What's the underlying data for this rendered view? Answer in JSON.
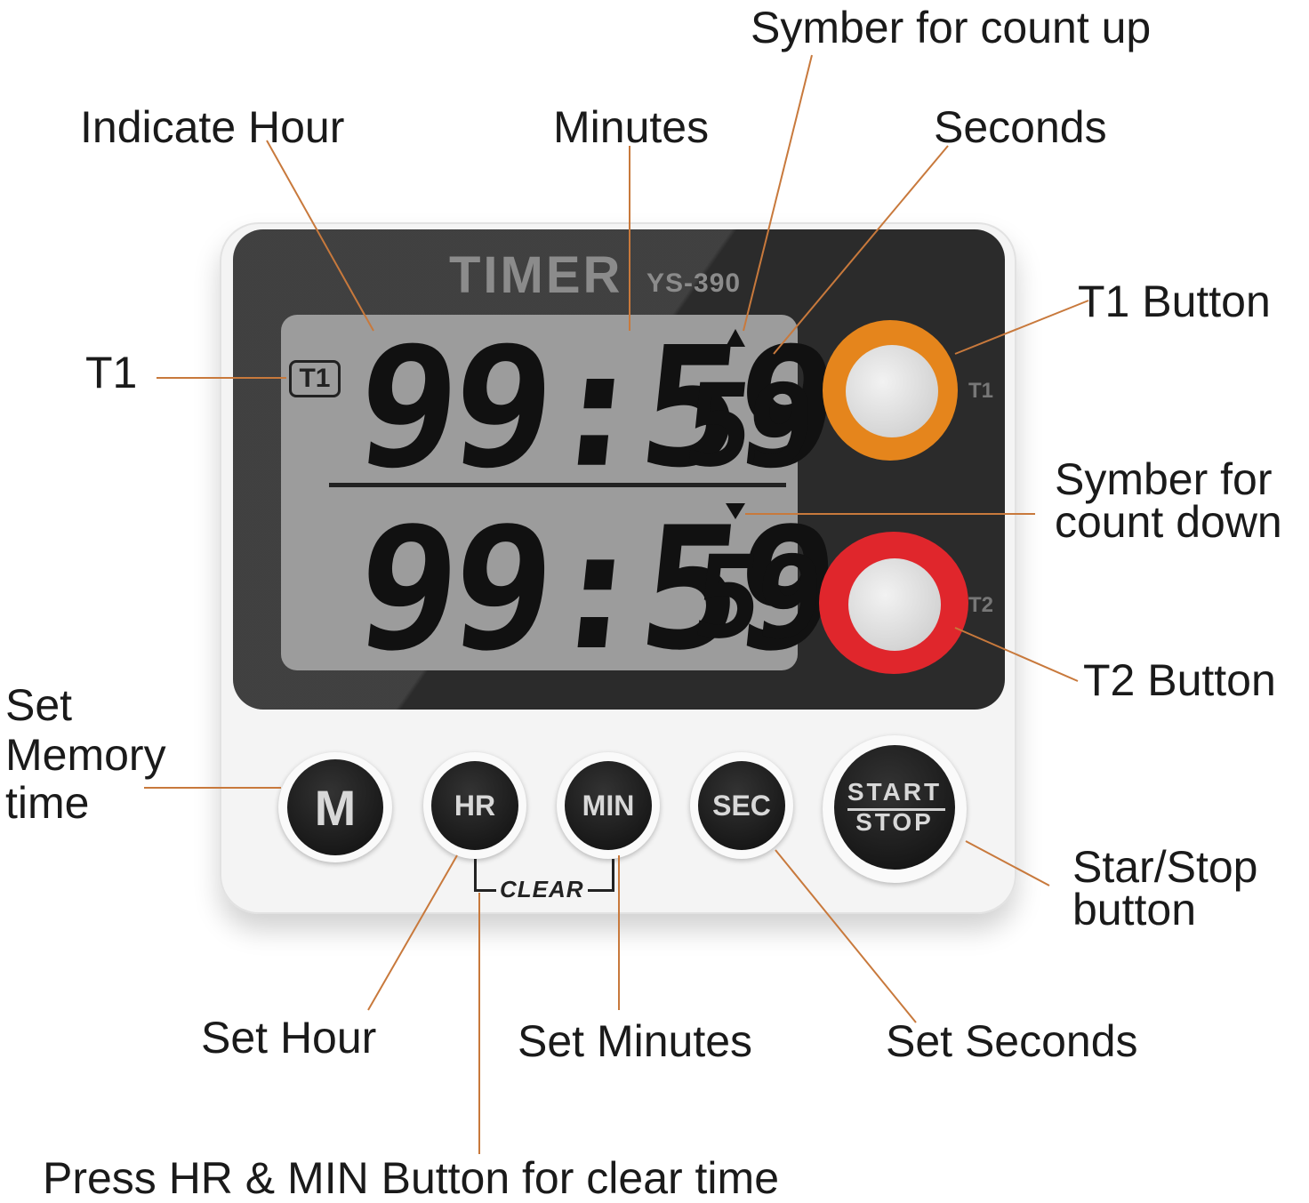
{
  "device": {
    "brand": "TIMER",
    "model": "YS-390",
    "lcd": {
      "timer1_label": "T1",
      "row1": "99:59",
      "row1_seconds": "59",
      "row2": "99:59",
      "row2_seconds": "59"
    },
    "side_buttons": {
      "t1": "T1",
      "t2": "T2"
    },
    "buttons": {
      "m": "M",
      "hr": "HR",
      "min": "MIN",
      "sec": "SEC",
      "start": "START",
      "stop": "STOP",
      "clear": "CLEAR"
    },
    "colors": {
      "t1_ring": "#e5851c",
      "t2_ring": "#e0262c",
      "leader": "#c8793c"
    }
  },
  "annotations": {
    "count_up": "Symber for count up",
    "indicate_hour": "Indicate  Hour",
    "minutes": "Minutes",
    "seconds": "Seconds",
    "t1": "T1",
    "t1_button": "T1 Button",
    "count_down_1": "Symber for",
    "count_down_2": "count down",
    "t2_button": "T2 Button",
    "memory_1": "Set",
    "memory_2": "Memory",
    "memory_3": "time",
    "start_stop_1": "Star/Stop",
    "start_stop_2": "button",
    "set_hour": "Set Hour",
    "set_minutes": "Set Minutes",
    "set_seconds": "Set Seconds",
    "clear_time": "Press HR & MIN Button for clear time"
  }
}
